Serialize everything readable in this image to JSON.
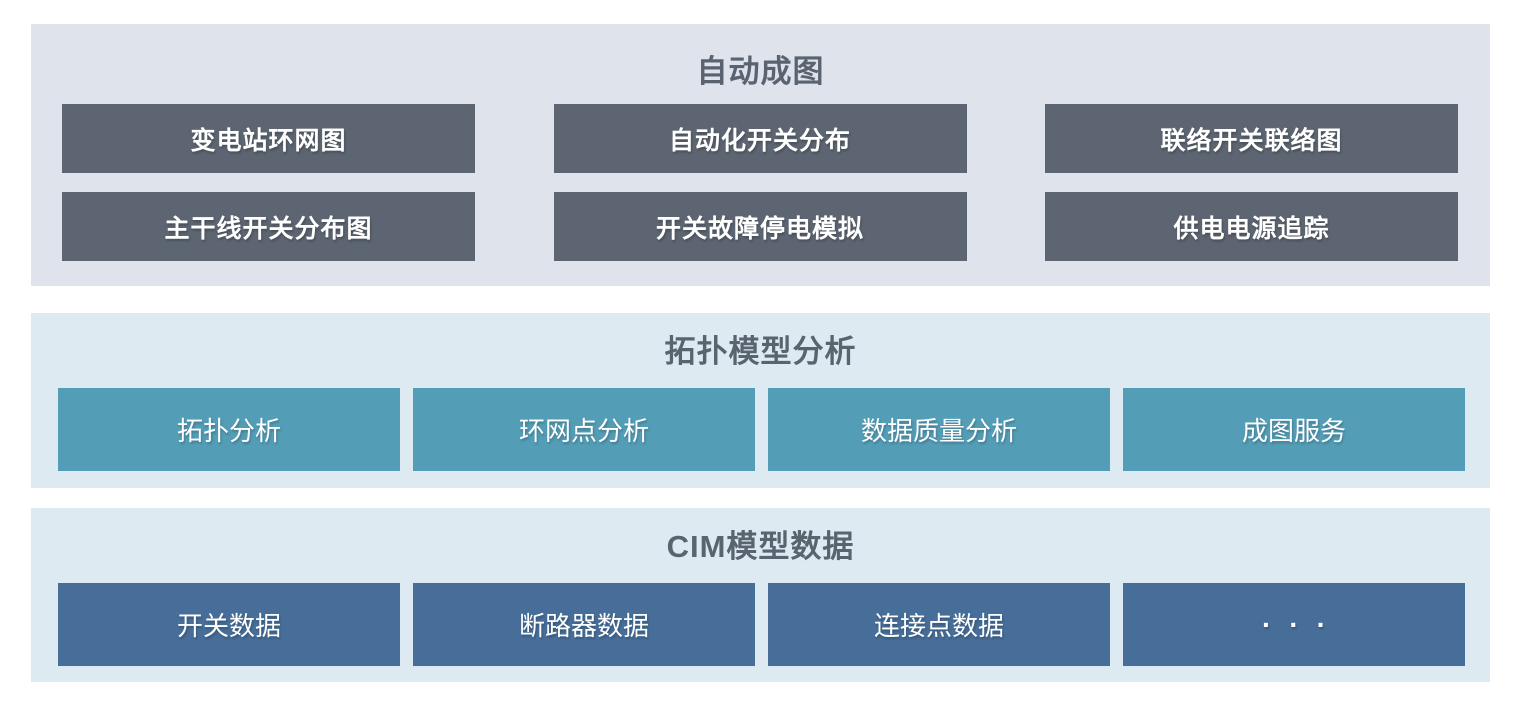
{
  "colors": {
    "page_bg": "#ffffff",
    "panel1_bg": "#dfe3ec",
    "panel2_bg": "#deeaf2",
    "slate_box": "#5c6571",
    "teal_box": "#539db6",
    "blue_box": "#466e99",
    "title_text": "#5a6370",
    "box_text": "#ffffff"
  },
  "sections": [
    {
      "title": "自动成图",
      "items": [
        "变电站环网图",
        "自动化开关分布",
        "联络开关联络图",
        "主干线开关分布图",
        "开关故障停电模拟",
        "供电电源追踪"
      ]
    },
    {
      "title": "拓扑模型分析",
      "items": [
        "拓扑分析",
        "环网点分析",
        "数据质量分析",
        "成图服务"
      ]
    },
    {
      "title": "CIM模型数据",
      "items": [
        "开关数据",
        "断路器数据",
        "连接点数据",
        "···"
      ]
    }
  ]
}
